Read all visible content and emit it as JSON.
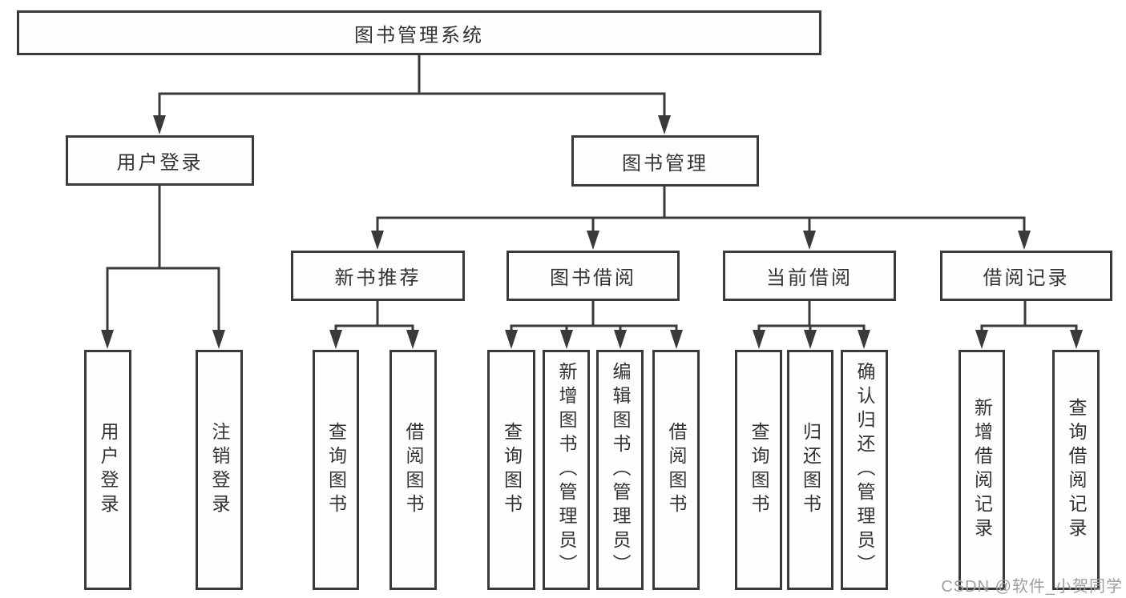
{
  "title": "图书管理系统",
  "tree": {
    "label": "图书管理系统",
    "children": [
      {
        "label": "用户登录",
        "children": [
          {
            "label": "用户登录"
          },
          {
            "label": "注销登录"
          }
        ]
      },
      {
        "label": "图书管理",
        "children": [
          {
            "label": "新书推荐",
            "children": [
              {
                "label": "查询图书"
              },
              {
                "label": "借阅图书"
              }
            ]
          },
          {
            "label": "图书借阅",
            "children": [
              {
                "label": "查询图书"
              },
              {
                "label": "新增图书（管理员）"
              },
              {
                "label": "编辑图书（管理员）"
              },
              {
                "label": "借阅图书"
              }
            ]
          },
          {
            "label": "当前借阅",
            "children": [
              {
                "label": "查询图书"
              },
              {
                "label": "归还图书"
              },
              {
                "label": "确认归还（管理员）"
              }
            ]
          },
          {
            "label": "借阅记录",
            "children": [
              {
                "label": "新增借阅记录"
              },
              {
                "label": "查询借阅记录"
              }
            ]
          }
        ]
      }
    ]
  },
  "watermark": {
    "text": "CSDN @软件_小贺同学"
  },
  "colors": {
    "line": "#3a3a3a",
    "box_border": "#3a3a3a",
    "text": "#333333",
    "background": "#ffffff",
    "watermark": "#9e9e9e"
  }
}
